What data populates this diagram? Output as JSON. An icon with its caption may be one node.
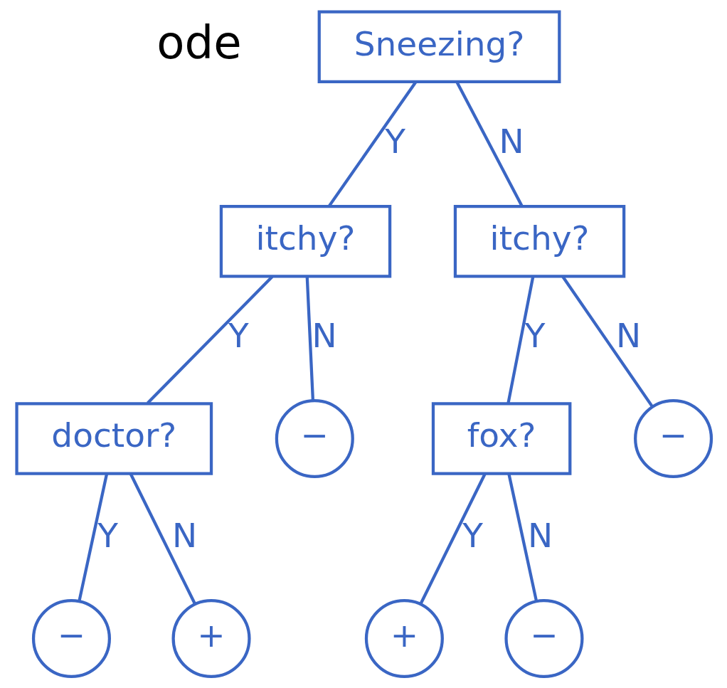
{
  "diagram": {
    "nodes": [
      {
        "text": [
          "Sneezing?"
        ]
      },
      {
        "text": [
          "itchy?"
        ]
      },
      {
        "text": [
          "itchy?"
        ]
      },
      {
        "text": [
          "doctor?"
        ]
      },
      {
        "text": [
          "−"
        ]
      },
      {
        "text": [
          "fox?"
        ]
      },
      {
        "text": [
          "−"
        ]
      },
      {
        "text": [
          "−"
        ]
      },
      {
        "text": [
          "+"
        ]
      },
      {
        "text": [
          "+"
        ]
      },
      {
        "text": [
          "−"
        ]
      }
    ],
    "edges": [
      {
        "from": 0,
        "to": 1,
        "arrow": "none",
        "label": "Y"
      },
      {
        "from": 0,
        "to": 2,
        "arrow": "none",
        "label": "N"
      },
      {
        "from": 1,
        "to": 3,
        "arrow": "none",
        "label": "Y"
      },
      {
        "from": 1,
        "to": 4,
        "arrow": "none",
        "label": "N"
      },
      {
        "from": 2,
        "to": 5,
        "arrow": "none",
        "label": "Y"
      },
      {
        "from": 2,
        "to": 6,
        "arrow": "none",
        "label": "N"
      },
      {
        "from": 3,
        "to": 7,
        "arrow": "none",
        "label": "Y"
      },
      {
        "from": 3,
        "to": 8,
        "arrow": "none",
        "label": "N"
      },
      {
        "from": 5,
        "to": 9,
        "arrow": "none",
        "label": "Y"
      },
      {
        "from": 5,
        "to": 10,
        "arrow": "none",
        "label": "N"
      }
    ],
    "labels": [
      "ode"
    ]
  }
}
